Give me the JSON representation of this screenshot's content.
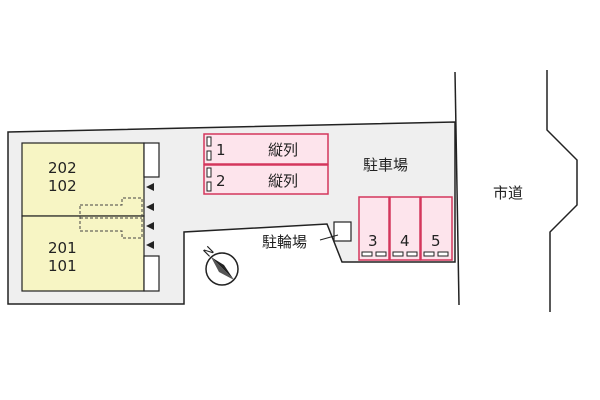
{
  "units": {
    "upper": {
      "floor2": "202",
      "floor1": "102"
    },
    "lower": {
      "floor2": "201",
      "floor1": "101"
    }
  },
  "parking": {
    "label": "駐車場",
    "tandem_spaces": [
      {
        "number": "1",
        "type": "縦列"
      },
      {
        "number": "2",
        "type": "縦列"
      }
    ],
    "spaces": [
      "3",
      "4",
      "5"
    ]
  },
  "bicycle_parking": {
    "label": "駐輪場"
  },
  "road": {
    "label": "市道"
  },
  "compass": {
    "label": "N"
  },
  "colors": {
    "building_fill": "#f7f5c4",
    "lot_fill": "#efefef",
    "parking_border": "#d4365c",
    "parking_fill": "#fde4ec"
  }
}
